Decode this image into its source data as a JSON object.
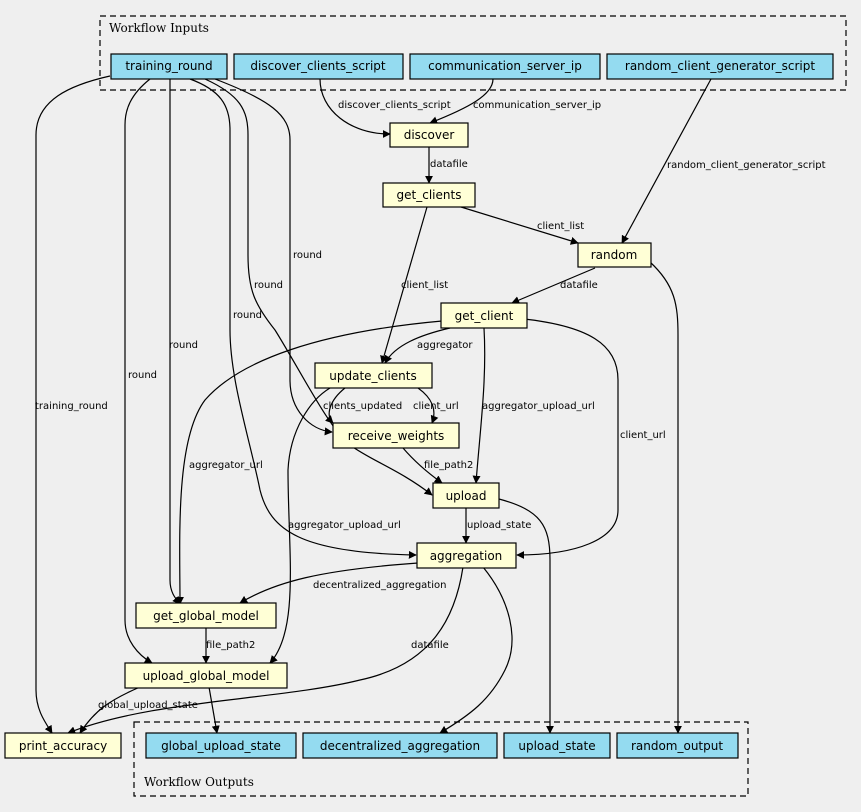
{
  "inputs_cluster": {
    "label": "Workflow Inputs"
  },
  "outputs_cluster": {
    "label": "Workflow Outputs"
  },
  "colors": {
    "io": "#94dbf0",
    "step": "#ffffd6",
    "background": "#efefef"
  },
  "nodes": {
    "training_round": "training_round",
    "discover_clients_script": "discover_clients_script",
    "communication_server_ip": "communication_server_ip",
    "random_client_generator_script": "random_client_generator_script",
    "discover": "discover",
    "get_clients": "get_clients",
    "random": "random",
    "get_client": "get_client",
    "update_clients": "update_clients",
    "receive_weights": "receive_weights",
    "upload": "upload",
    "aggregation": "aggregation",
    "get_global_model": "get_global_model",
    "upload_global_model": "upload_global_model",
    "print_accuracy": "print_accuracy",
    "global_upload_state": "global_upload_state",
    "decentralized_aggregation": "decentralized_aggregation",
    "upload_state": "upload_state",
    "random_output": "random_output"
  },
  "edge_labels": {
    "discover_clients_script": "discover_clients_script",
    "communication_server_ip": "communication_server_ip",
    "datafile_discover": "datafile",
    "random_client_generator_script": "random_client_generator_script",
    "client_list_random": "client_list",
    "round_receive": "round",
    "round_upload": "round",
    "datafile_random": "datafile",
    "round_aggregation": "round",
    "client_list_update": "client_list",
    "round_get_global": "round",
    "aggregator": "aggregator",
    "round_upload_global": "round",
    "training_round": "training_round",
    "clients_updated": "clients_updated",
    "client_url_receive": "client_url",
    "aggregator_upload_url_upload": "aggregator_upload_url",
    "client_url_aggregation": "client_url",
    "aggregator_url": "aggregator_url",
    "file_path2_upload": "file_path2",
    "upload_state_edge": "upload_state",
    "aggregator_upload_url_global": "aggregator_upload_url",
    "decentralized_aggregation_edge": "decentralized_aggregation",
    "file_path2_global": "file_path2",
    "datafile_print": "datafile",
    "global_upload_state_edge": "global_upload_state"
  }
}
